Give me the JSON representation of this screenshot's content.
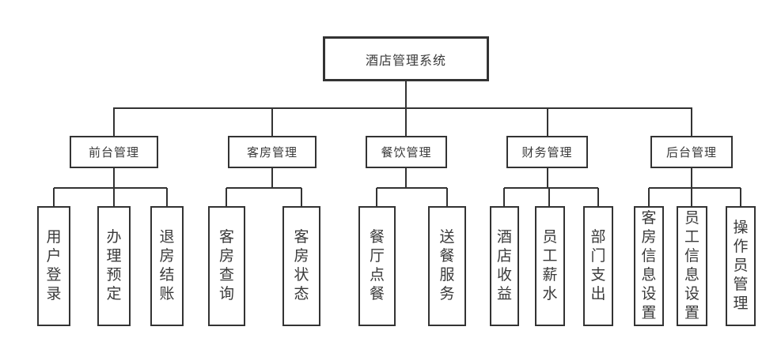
{
  "chart": {
    "type": "org-tree",
    "root": {
      "label": "酒店管理系统"
    },
    "branches": [
      {
        "label": "前台管理",
        "children": [
          {
            "label": "用户登录"
          },
          {
            "label": "办理预定"
          },
          {
            "label": "退房结账"
          }
        ]
      },
      {
        "label": "客房管理",
        "children": [
          {
            "label": "客房查询"
          },
          {
            "label": "客房状态"
          }
        ]
      },
      {
        "label": "餐饮管理",
        "children": [
          {
            "label": "餐厅点餐"
          },
          {
            "label": "送餐服务"
          }
        ]
      },
      {
        "label": "财务管理",
        "children": [
          {
            "label": "酒店收益"
          },
          {
            "label": "员工薪水"
          },
          {
            "label": "部门支出"
          }
        ]
      },
      {
        "label": "后台管理",
        "children": [
          {
            "label": "客房信息设置"
          },
          {
            "label": "员工信息设置"
          },
          {
            "label": "操作员管理"
          }
        ]
      }
    ],
    "colors": {
      "line": "#333333",
      "text": "#3a3a3a",
      "background": "#ffffff"
    }
  }
}
